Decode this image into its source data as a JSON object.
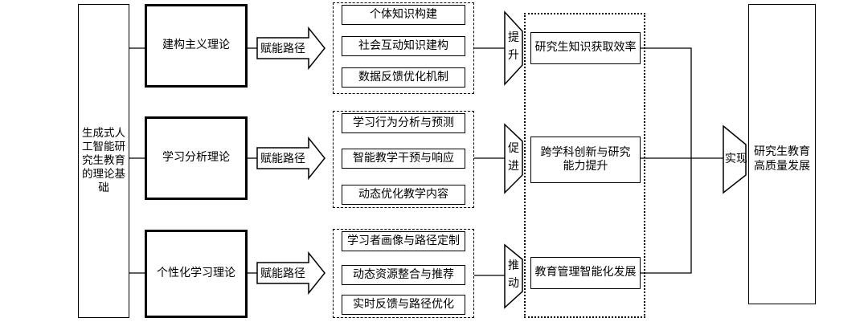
{
  "root": "生成式人工智能研究生教育的理论基础",
  "theories": [
    {
      "name": "建构主义理论",
      "path_label": "赋能路径",
      "mechanisms": [
        "个体知识构建",
        "社会互动知识建构",
        "数据反馈优化机制"
      ],
      "action": "提升",
      "outcome": "研究生知识获取效率"
    },
    {
      "name": "学习分析理论",
      "path_label": "赋能路径",
      "mechanisms": [
        "学习行为分析与预测",
        "智能教学干预与响应",
        "动态优化教学内容"
      ],
      "action": "促进",
      "outcome": "跨学科创新与研究能力提升"
    },
    {
      "name": "个性化学习理论",
      "path_label": "赋能路径",
      "mechanisms": [
        "学习者画像与路径定制",
        "动态资源整合与推荐",
        "实时反馈与路径优化"
      ],
      "action": "推动",
      "outcome": "教育管理智能化发展"
    }
  ],
  "final_action": "实现",
  "goal": "研究生教育高质量发展"
}
